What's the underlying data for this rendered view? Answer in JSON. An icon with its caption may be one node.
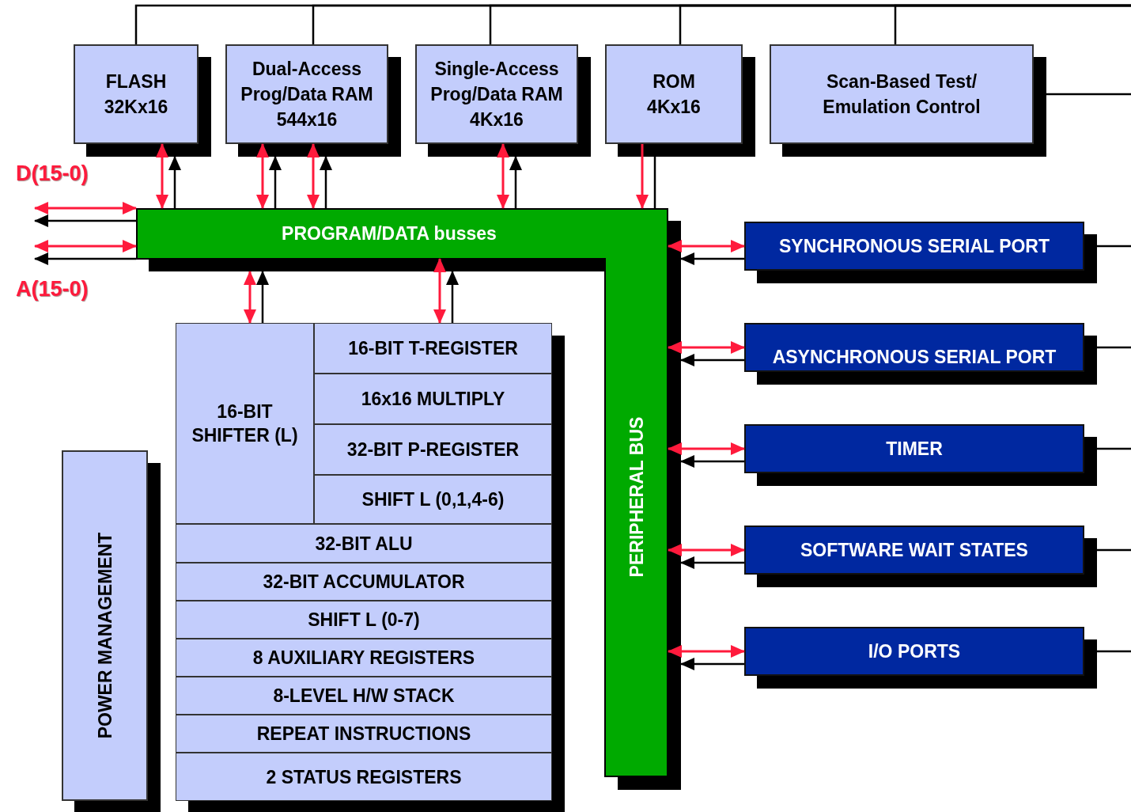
{
  "diagram": {
    "nodes": [
      {
        "text": [
          "FLASH",
          "32Kx16"
        ]
      },
      {
        "text": [
          "Dual-Access Prog/Data RAM",
          "544x16"
        ]
      },
      {
        "text": [
          "Single-Access Prog/Data RAM",
          "4Kx16"
        ]
      },
      {
        "text": [
          "ROM",
          "4Kx16"
        ]
      },
      {
        "text": [
          "Scan-Based Test/ Emulation Control"
        ]
      },
      {
        "text": [
          "PROGRAM/DATA busses",
          "PERIPHERAL BUS"
        ]
      },
      {
        "text": [
          "SYNCHRONOUS SERIAL PORT"
        ]
      },
      {
        "text": [
          "ASYNCHRONOUS SERIAL PORT"
        ]
      },
      {
        "text": [
          "TIMER"
        ]
      },
      {
        "text": [
          "SOFTWARE WAIT STATES"
        ]
      },
      {
        "text": [
          "I/O PORTS"
        ]
      },
      {
        "text": [
          "16-BIT SHIFTER (L)"
        ]
      },
      {
        "text": [
          "16-BIT T-REGISTER"
        ]
      },
      {
        "text": [
          "16x16 MULTIPLY"
        ]
      },
      {
        "text": [
          "32-BIT P-REGISTER"
        ]
      },
      {
        "text": [
          "SHIFT L (0,1,4-6)"
        ]
      },
      {
        "text": [
          "32-BIT ALU"
        ]
      },
      {
        "text": [
          "32-BIT ACCUMULATOR"
        ]
      },
      {
        "text": [
          "SHIFT L (0-7)"
        ]
      },
      {
        "text": [
          "8 AUXILIARY REGISTERS"
        ]
      },
      {
        "text": [
          "8-LEVEL H/W STACK"
        ]
      },
      {
        "text": [
          "REPEAT INSTRUCTIONS"
        ]
      },
      {
        "text": [
          "2 STATUS REGISTERS"
        ]
      },
      {
        "text": [
          "POWER MANAGEMENT"
        ]
      }
    ],
    "edges": [
      {
        "from": null,
        "to": 5,
        "arrow": "both",
        "color": "#ff1a3c"
      },
      {
        "from": 5,
        "to": null,
        "arrow": "to"
      },
      {
        "from": null,
        "to": 5,
        "arrow": "both",
        "color": "#ff1a3c"
      },
      {
        "from": 5,
        "to": null,
        "arrow": "to"
      },
      {
        "from": 5,
        "to": 0,
        "arrow": "both",
        "color": "#ff1a3c"
      },
      {
        "from": 5,
        "to": 0,
        "arrow": "to"
      },
      {
        "from": 5,
        "to": 1,
        "arrow": "both",
        "color": "#ff1a3c"
      },
      {
        "from": 5,
        "to": 1,
        "arrow": "to"
      },
      {
        "from": 5,
        "to": 1,
        "arrow": "both",
        "color": "#ff1a3c"
      },
      {
        "from": 5,
        "to": 1,
        "arrow": "to"
      },
      {
        "from": 5,
        "to": 2,
        "arrow": "both",
        "color": "#ff1a3c"
      },
      {
        "from": 5,
        "to": 2,
        "arrow": "to"
      },
      {
        "from": 3,
        "to": 5,
        "arrow": "to",
        "color": "#ff1a3c"
      },
      {
        "from": 5,
        "to": 3,
        "arrow": "none"
      },
      {
        "from": 5,
        "to": 11,
        "arrow": "both",
        "color": "#ff1a3c"
      },
      {
        "from": 11,
        "to": 5,
        "arrow": "to"
      },
      {
        "from": 5,
        "to": 12,
        "arrow": "both",
        "color": "#ff1a3c"
      },
      {
        "from": 12,
        "to": 5,
        "arrow": "to"
      },
      {
        "from": 5,
        "to": 6,
        "arrow": "both",
        "color": "#ff1a3c"
      },
      {
        "from": 6,
        "to": 5,
        "arrow": "to"
      },
      {
        "from": 5,
        "to": 7,
        "arrow": "both",
        "color": "#ff1a3c"
      },
      {
        "from": 7,
        "to": 5,
        "arrow": "to"
      },
      {
        "from": 5,
        "to": 8,
        "arrow": "both",
        "color": "#ff1a3c"
      },
      {
        "from": 8,
        "to": 5,
        "arrow": "to"
      },
      {
        "from": 5,
        "to": 9,
        "arrow": "both",
        "color": "#ff1a3c"
      },
      {
        "from": 9,
        "to": 5,
        "arrow": "to"
      },
      {
        "from": 5,
        "to": 10,
        "arrow": "both",
        "color": "#ff1a3c"
      },
      {
        "from": 10,
        "to": 5,
        "arrow": "to"
      },
      {
        "from": 0,
        "to": null,
        "arrow": "none"
      },
      {
        "from": 1,
        "to": null,
        "arrow": "none"
      },
      {
        "from": 2,
        "to": null,
        "arrow": "none"
      },
      {
        "from": 3,
        "to": null,
        "arrow": "none"
      },
      {
        "from": 4,
        "to": null,
        "arrow": "none"
      },
      {
        "from": 4,
        "to": null,
        "arrow": "none"
      },
      {
        "from": 6,
        "to": null,
        "arrow": "none"
      },
      {
        "from": 7,
        "to": null,
        "arrow": "none"
      },
      {
        "from": 8,
        "to": null,
        "arrow": "none"
      },
      {
        "from": 9,
        "to": null,
        "arrow": "none"
      },
      {
        "from": 10,
        "to": null,
        "arrow": "none"
      }
    ],
    "labels": [
      "D(15-0)",
      "A(15-0)"
    ]
  }
}
